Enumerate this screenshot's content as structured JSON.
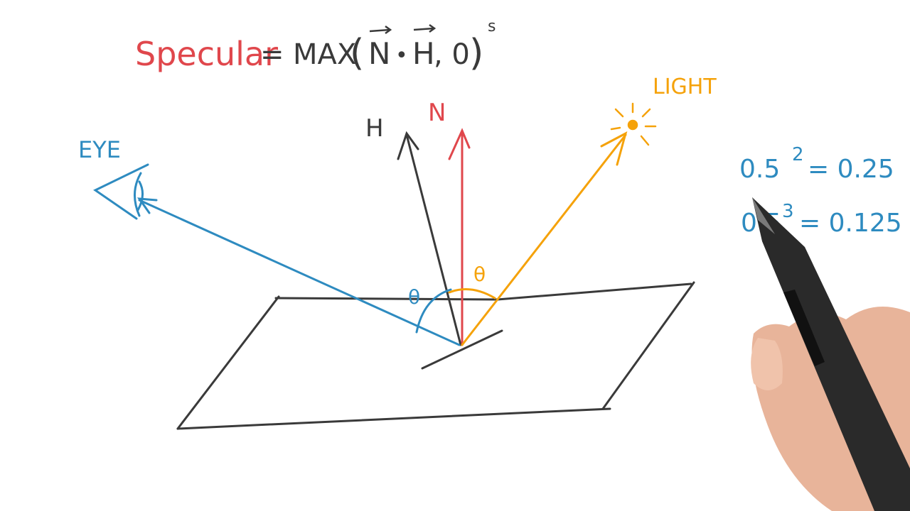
{
  "formula": {
    "lhs": "Specular",
    "equals": "=",
    "max": "MAX",
    "open_paren": "(",
    "n_vec": "N",
    "dot": "•",
    "h_vec": "H",
    "comma_zero": ", 0",
    "close_paren": ")",
    "exponent": "s"
  },
  "labels": {
    "eye": "EYE",
    "light": "LIGHT",
    "h": "H",
    "n": "N",
    "theta_eye": "θ",
    "theta_light": "θ"
  },
  "math": {
    "line1_base": "0.5",
    "line1_exp": "2",
    "line1_result": "= 0.25",
    "line2_base": "0.5",
    "line2_exp": "3",
    "line2_result": "= 0.125"
  },
  "colors": {
    "black": "#3a3a3a",
    "red": "#e0474c",
    "blue": "#2e8bc0",
    "orange": "#f5a20a",
    "pen": "#2a2a2a",
    "skin": "#e8b49a"
  }
}
